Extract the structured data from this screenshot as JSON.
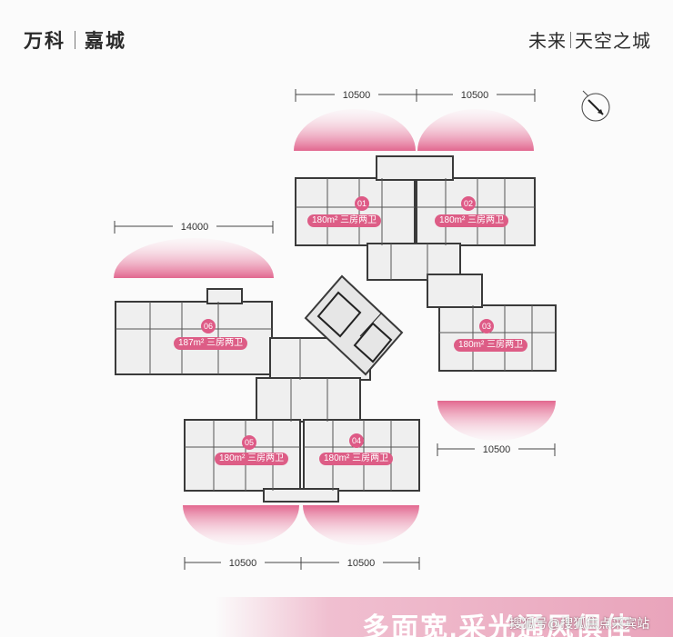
{
  "header": {
    "brand_primary": "万科",
    "brand_project": "嘉城",
    "slogan_left": "未来",
    "slogan_right": "天空之城"
  },
  "dimensions": {
    "top_left": "10500",
    "top_right": "10500",
    "left_upper": "14000",
    "right_middle": "10500",
    "bottom_left": "10500",
    "bottom_right": "10500"
  },
  "units": [
    {
      "number": "01",
      "label": "180m² 三房两卫"
    },
    {
      "number": "02",
      "label": "180m² 三房两卫"
    },
    {
      "number": "03",
      "label": "180m² 三房两卫"
    },
    {
      "number": "04",
      "label": "180m² 三房两卫"
    },
    {
      "number": "05",
      "label": "180m² 三房两卫"
    },
    {
      "number": "06",
      "label": "187m² 三房两卫"
    }
  ],
  "banner": {
    "text": "多面宽,采光通风俱佳"
  },
  "watermark": {
    "text": "搜狐号@搜狐焦点采宾站"
  },
  "colors": {
    "accent": "#dd5d86",
    "view_fan": "#e4779b",
    "wall": "#3a3a3a"
  },
  "icons": {
    "compass": "north-arrow-icon"
  }
}
